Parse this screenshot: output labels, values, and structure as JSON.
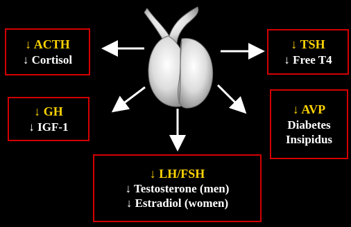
{
  "diagram": {
    "colors": {
      "background": "#000000",
      "border": "#d40000",
      "highlight": "#ffd400",
      "text": "#ffffff",
      "arrow": "#ffffff"
    },
    "center": {
      "icon": "pituitary-gland-icon"
    },
    "boxes": {
      "acth": {
        "lines": [
          "↓ ACTH",
          "↓ Cortisol"
        ]
      },
      "tsh": {
        "lines": [
          "↓ TSH",
          "↓ Free T4"
        ]
      },
      "gh": {
        "lines": [
          "↓ GH",
          "↓ IGF-1"
        ]
      },
      "avp": {
        "lines": [
          "↓ AVP",
          "Diabetes",
          "Insipidus"
        ]
      },
      "lhfsh": {
        "lines": [
          "↓ LH/FSH",
          "↓ Testosterone (men)",
          "↓ Estradiol (women)"
        ]
      }
    }
  }
}
